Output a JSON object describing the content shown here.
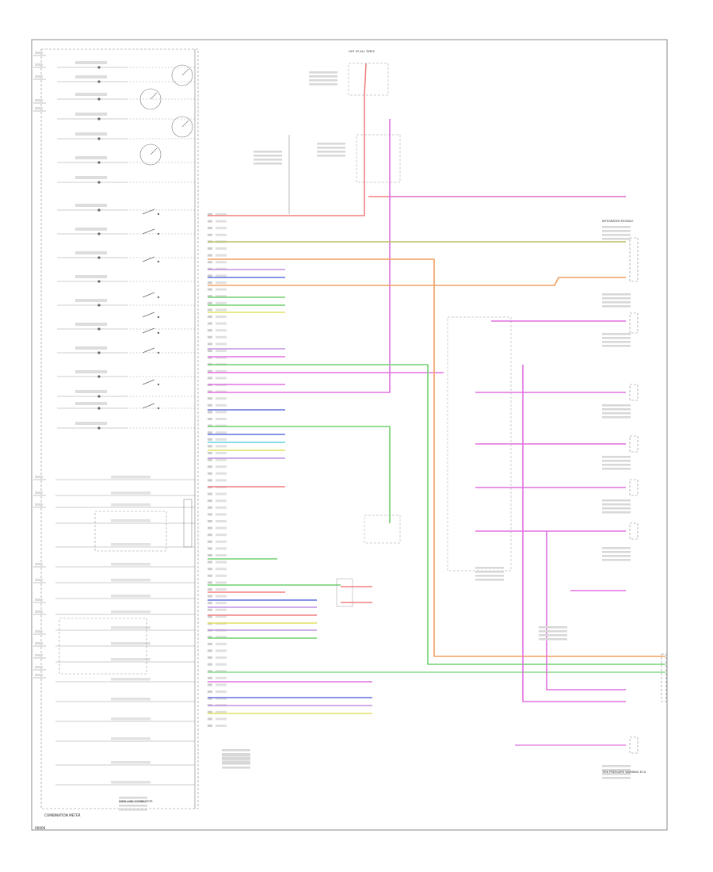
{
  "diagram": {
    "cluster_label": "COMBINATION METER",
    "footer_code": "00000",
    "top_junction_label": "HOT AT ALL TIMES",
    "right_module_label": "INTEGRATED MODULE",
    "lower_right_label": "TIRE PRESSURE WARNING ECU",
    "diagnostic_label": "DATA LINK CONNECTOR"
  },
  "colors": {
    "red": "#f08080",
    "pink": "#e070e0",
    "orange": "#f0a060",
    "olive": "#b8c060",
    "green": "#70d070",
    "blue": "#6070e0",
    "yellow": "#e0e060",
    "cyan": "#60d0e0",
    "purple": "#c090e0",
    "frame": "#8a8a8a"
  }
}
